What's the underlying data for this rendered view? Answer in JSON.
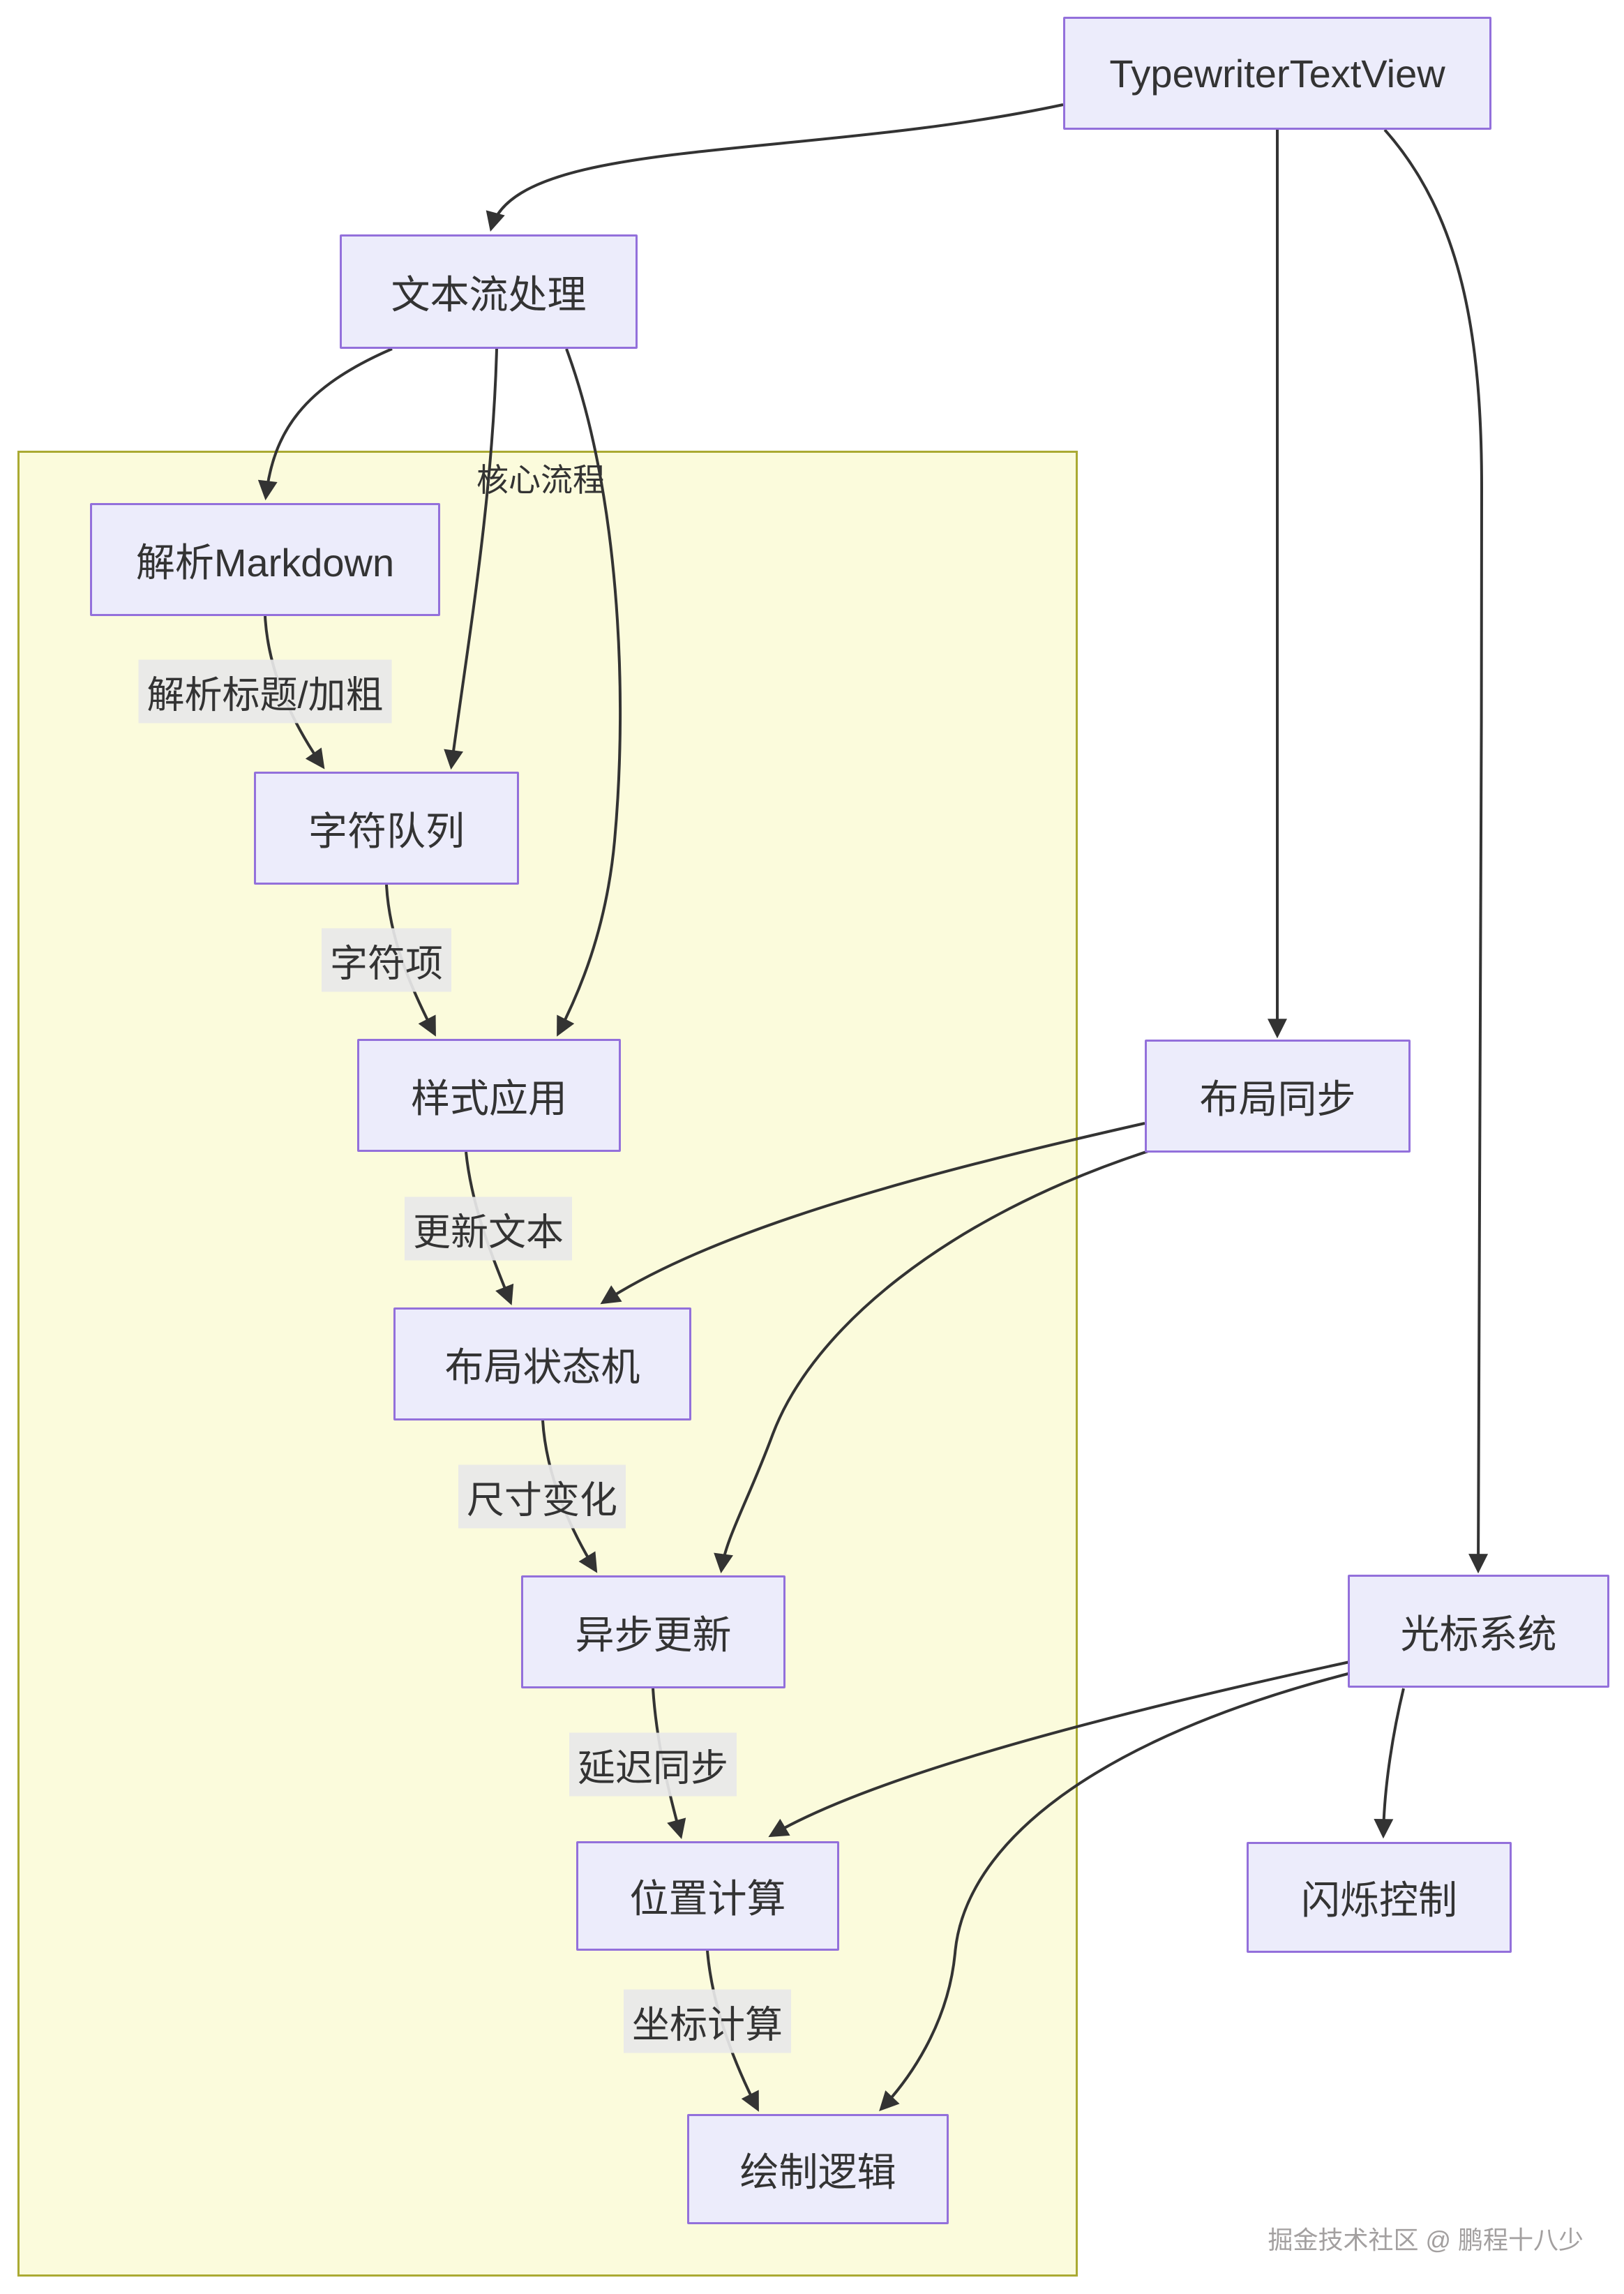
{
  "diagram": {
    "type": "flowchart",
    "direction": "top-down",
    "subgraph": {
      "label": "核心流程"
    },
    "nodes": {
      "typewriter_text_view": "TypewriterTextView",
      "text_stream": "文本流处理",
      "parse_markdown": "解析Markdown",
      "char_queue": "字符队列",
      "style_apply": "样式应用",
      "layout_state_machine": "布局状态机",
      "async_update": "异步更新",
      "position_calc": "位置计算",
      "draw_logic": "绘制逻辑",
      "layout_sync": "布局同步",
      "cursor_system": "光标系统",
      "blink_control": "闪烁控制"
    },
    "edge_labels": {
      "parse_title_bold": "解析标题/加粗",
      "char_item": "字符项",
      "update_text": "更新文本",
      "size_change": "尺寸变化",
      "delay_sync": "延迟同步",
      "coord_calc": "坐标计算"
    },
    "edges": [
      {
        "from": "TypewriterTextView",
        "to": "文本流处理"
      },
      {
        "from": "TypewriterTextView",
        "to": "布局同步"
      },
      {
        "from": "TypewriterTextView",
        "to": "光标系统"
      },
      {
        "from": "文本流处理",
        "to": "解析Markdown"
      },
      {
        "from": "文本流处理",
        "to": "字符队列"
      },
      {
        "from": "文本流处理",
        "to": "样式应用"
      },
      {
        "from": "解析Markdown",
        "to": "字符队列",
        "label": "解析标题/加粗"
      },
      {
        "from": "字符队列",
        "to": "样式应用",
        "label": "字符项"
      },
      {
        "from": "样式应用",
        "to": "布局状态机",
        "label": "更新文本"
      },
      {
        "from": "布局同步",
        "to": "布局状态机"
      },
      {
        "from": "布局同步",
        "to": "异步更新"
      },
      {
        "from": "布局状态机",
        "to": "异步更新",
        "label": "尺寸变化"
      },
      {
        "from": "异步更新",
        "to": "位置计算",
        "label": "延迟同步"
      },
      {
        "from": "光标系统",
        "to": "位置计算"
      },
      {
        "from": "光标系统",
        "to": "绘制逻辑"
      },
      {
        "from": "位置计算",
        "to": "绘制逻辑",
        "label": "坐标计算"
      },
      {
        "from": "光标系统",
        "to": "闪烁控制"
      }
    ],
    "colors": {
      "node_fill": "#ECECFB",
      "node_border": "#9370DB",
      "subgraph_fill": "#FBFBDC",
      "subgraph_border": "#AAAA33",
      "edge_stroke": "#333333",
      "edge_label_bg": "#E8E8E8",
      "text": "#333333"
    }
  },
  "watermark": "掘金技术社区 @ 鹏程十八少"
}
